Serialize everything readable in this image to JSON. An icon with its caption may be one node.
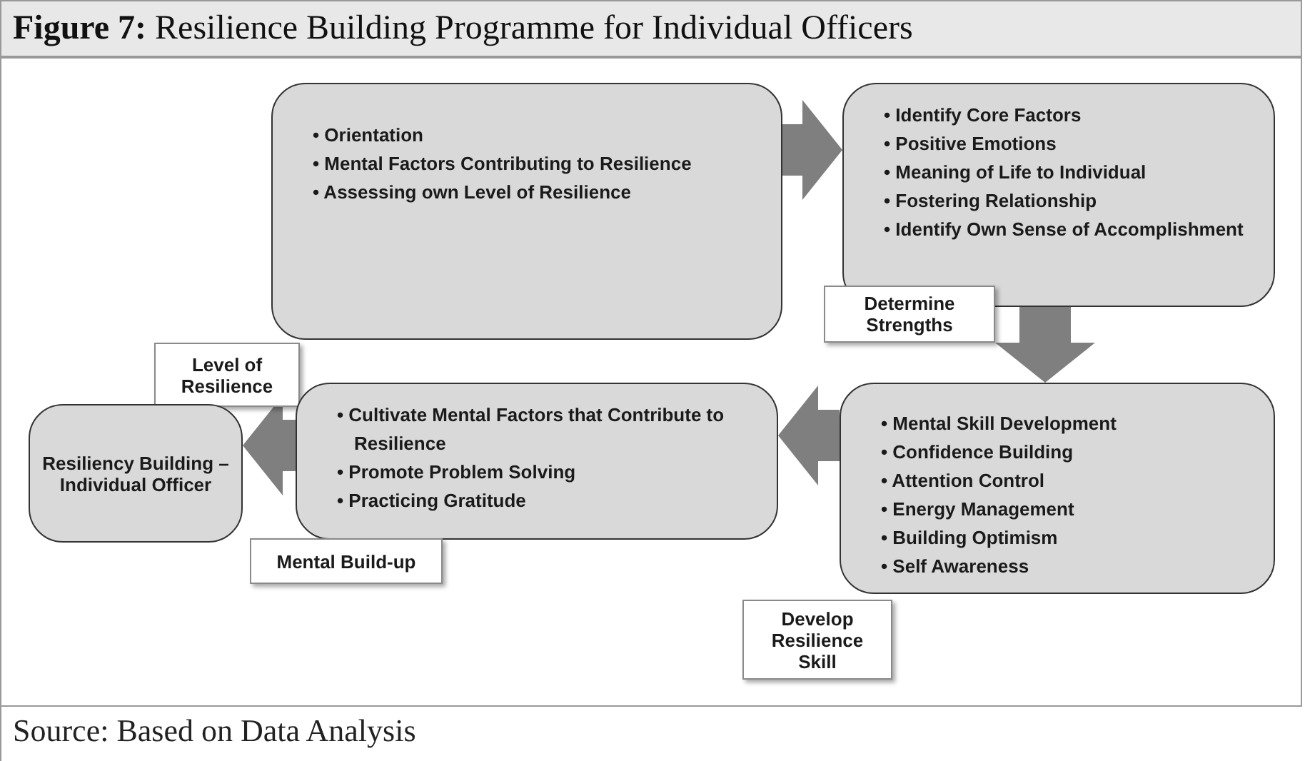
{
  "diagram": {
    "title": "**Figure 7:** Resilience Building Programme for Individual Officers",
    "caption": "Source: Based on Data Analysis",
    "nodes": [
      {
        "text": [
          "• Orientation",
          "• Mental Factors Contributing to Resilience",
          "• Assessing own Level of Resilience"
        ]
      },
      {
        "text": [
          "Level of Resilience"
        ]
      },
      {
        "text": [
          "• Identify Core Factors",
          "• Positive Emotions",
          "• Meaning of Life to Individual",
          "• Fostering Relationship",
          "• Identify Own Sense of Accomplishment"
        ]
      },
      {
        "text": [
          "Determine Strengths"
        ]
      },
      {
        "text": [
          "• Mental Skill Development",
          "• Confidence Building",
          "• Attention Control",
          "• Energy Management",
          "• Building Optimism",
          "• Self Awareness"
        ]
      },
      {
        "text": [
          "Develop Resilience Skill"
        ]
      },
      {
        "text": [
          "• Cultivate Mental Factors that Contribute to Resilience",
          "• Promote Problem Solving",
          "• Practicing Gratitude"
        ]
      },
      {
        "text": [
          "Mental Build-up"
        ]
      },
      {
        "text": [
          "Resiliency Building – Individual Officer"
        ]
      }
    ],
    "edges": [
      {
        "from": 0,
        "to": 2,
        "arrow": "to"
      },
      {
        "from": 2,
        "to": 4,
        "arrow": "to"
      },
      {
        "from": 4,
        "to": 6,
        "arrow": "to"
      },
      {
        "from": 6,
        "to": 8,
        "arrow": "to"
      }
    ]
  }
}
